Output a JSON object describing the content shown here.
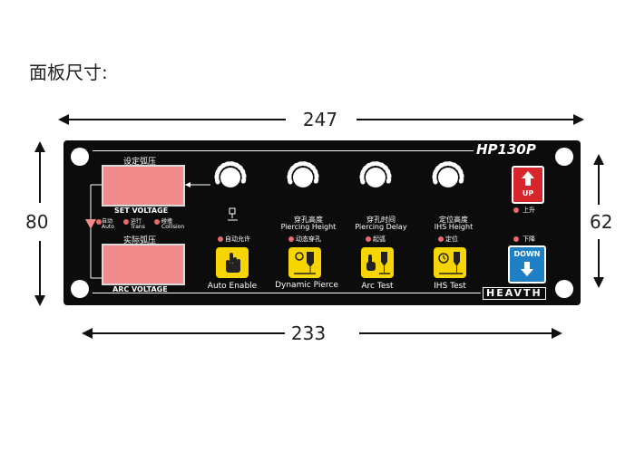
{
  "heading": "面板尺寸:",
  "dimensions": {
    "top_width": "247",
    "bottom_width": "233",
    "left_height": "80",
    "right_height": "62"
  },
  "panel": {
    "model": "HP130P",
    "brand": "HEAVTH",
    "set_display": {
      "cn_label": "设定弧压",
      "en_label": "SET VOLTAGE"
    },
    "arc_display": {
      "cn_label": "实际弧压",
      "en_label": "ARC VOLTAGE"
    },
    "indicators": [
      {
        "cn": "自动",
        "en": "Auto"
      },
      {
        "cn": "运行",
        "en": "Trans"
      },
      {
        "cn": "碰撞",
        "en": "Collision"
      }
    ],
    "knobs": [
      {
        "cn": "",
        "en": ""
      },
      {
        "cn": "穿孔高度",
        "en": "Piercing Height"
      },
      {
        "cn": "穿孔时间",
        "en": "Piercing Delay"
      },
      {
        "cn": "定位高度",
        "en": "IHS Height"
      }
    ],
    "buttons": [
      {
        "led": "自动允许",
        "label": "Auto Enable"
      },
      {
        "led": "动态穿孔",
        "label": "Dynamic Pierce"
      },
      {
        "led": "起弧",
        "label": "Arc Test"
      },
      {
        "led": "定位",
        "label": "IHS Test"
      }
    ],
    "up_button": {
      "label": "UP",
      "led": "上升"
    },
    "down_button": {
      "label": "DOWN",
      "led": "下降"
    }
  },
  "colors": {
    "panel": "#0c0c0c",
    "display": "#f28c8c",
    "button_yellow": "#f7d600",
    "up_red": "#d7262b",
    "down_blue": "#1e7fc4"
  }
}
